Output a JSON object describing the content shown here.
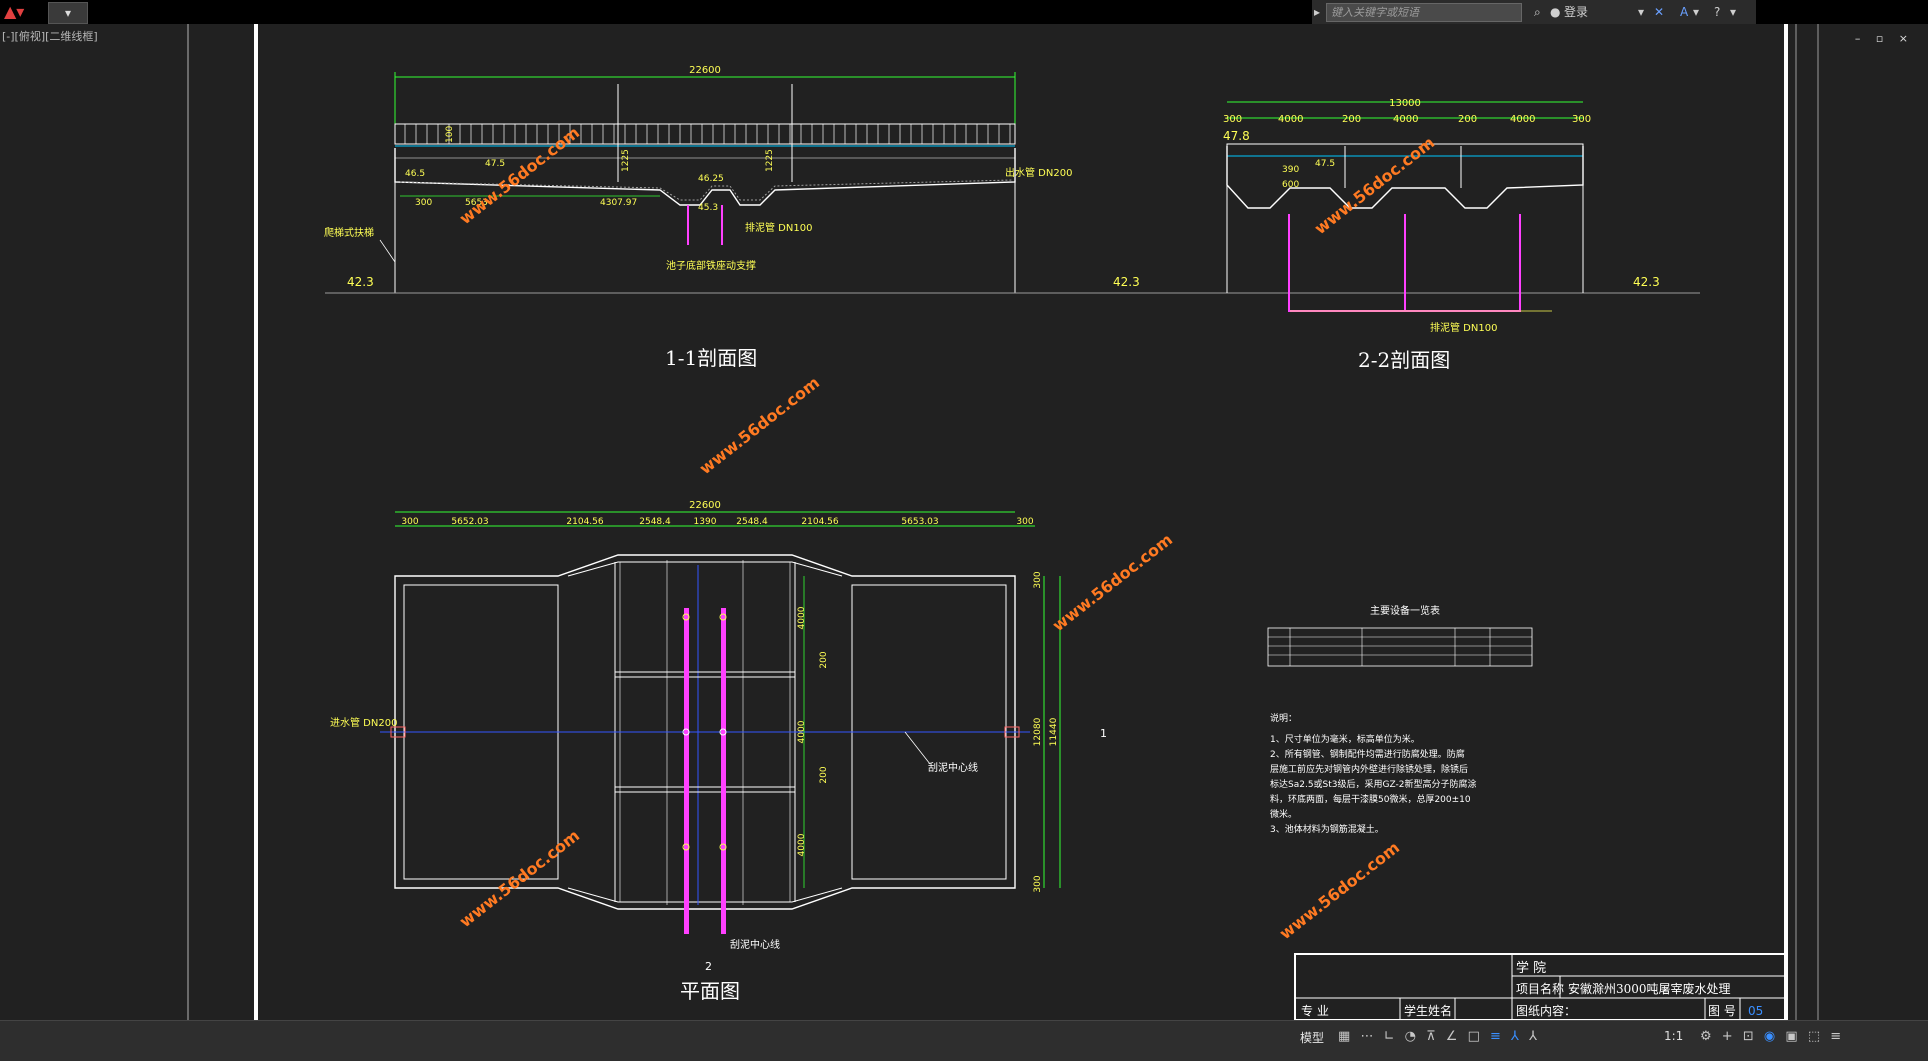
{
  "titlebar": {
    "qat_label": "▾",
    "search_placeholder": "键入关键字或短语",
    "login_label": "登录",
    "help_label": "?"
  },
  "viewport": {
    "label": "[-][俯视][二维线框]",
    "window_controls": "– ▫ ×"
  },
  "drawing": {
    "section11": {
      "title": "1-1剖面图",
      "width_dim": "22600",
      "dims": [
        "300",
        "5653",
        "4307.97",
        "46.5",
        "47.5",
        "46.25",
        "45.3",
        "1225",
        "1225",
        "300",
        "100",
        "42.3"
      ],
      "label_inlet": "出水管 DN200",
      "label_drain": "排泥管 DN100",
      "label_ladder": "爬梯式扶梯",
      "label_support": "池子底部铁座动支撑"
    },
    "section22": {
      "title": "2-2剖面图",
      "width_dim": "13000",
      "dims": [
        "300",
        "4000",
        "200",
        "4000",
        "200",
        "4000",
        "300",
        "47.8",
        "47.5",
        "390",
        "600",
        "42.3",
        "42.3"
      ],
      "label_drain": "排泥管 DN100"
    },
    "plan": {
      "title": "平面图",
      "width_dim": "22600",
      "top_dims": [
        "300",
        "5652.03",
        "2104.56",
        "2548.4",
        "1390",
        "2548.4",
        "2104.56",
        "5653.03",
        "300"
      ],
      "right_dims": [
        "300",
        "4000",
        "200",
        "4000",
        "200",
        "4000",
        "300",
        "12080",
        "11440"
      ],
      "label_inlet": "进水管 DN200",
      "label_center1": "刮泥中心线",
      "label_center2": "刮泥中心线",
      "marker1": "1",
      "marker2": "2"
    },
    "equipment_table": {
      "title": "主要设备一览表"
    },
    "notes": {
      "heading": "说明：",
      "lines": [
        "1、尺寸单位为毫米，标高单位为米。",
        "2、所有钢管、钢制配件均需进行防腐处理。防腐",
        "层施工前应先对钢管内外壁进行除锈处理，除锈后",
        "标达Sa2.5或St3级后，采用GZ-2新型高分子防腐涂",
        "料，环底两面，每层干漆膜50微米，总厚200±10",
        "微米。",
        "3、池体材料为钢筋混凝土。"
      ]
    },
    "titleblock": {
      "school": "学  院",
      "project_label": "项目名称",
      "project_value": "安徽滁州3000吨屠宰废水处理",
      "major": "专  业",
      "student": "学生姓名",
      "content": "图纸内容：",
      "sheet_label": "图  号",
      "sheet_value": "05"
    },
    "watermark": "www.56doc.com"
  },
  "statusbar": {
    "model_label": "模型",
    "scale_label": "1:1"
  },
  "colors": {
    "dim_green": "#33ff33",
    "line_white": "#ffffff",
    "text_yellow": "#ffff55",
    "water_cyan": "#00c8ff",
    "pipe_magenta": "#ff40ff",
    "centerline_blue": "#3355ff",
    "watermark_orange": "#ff7a22"
  }
}
